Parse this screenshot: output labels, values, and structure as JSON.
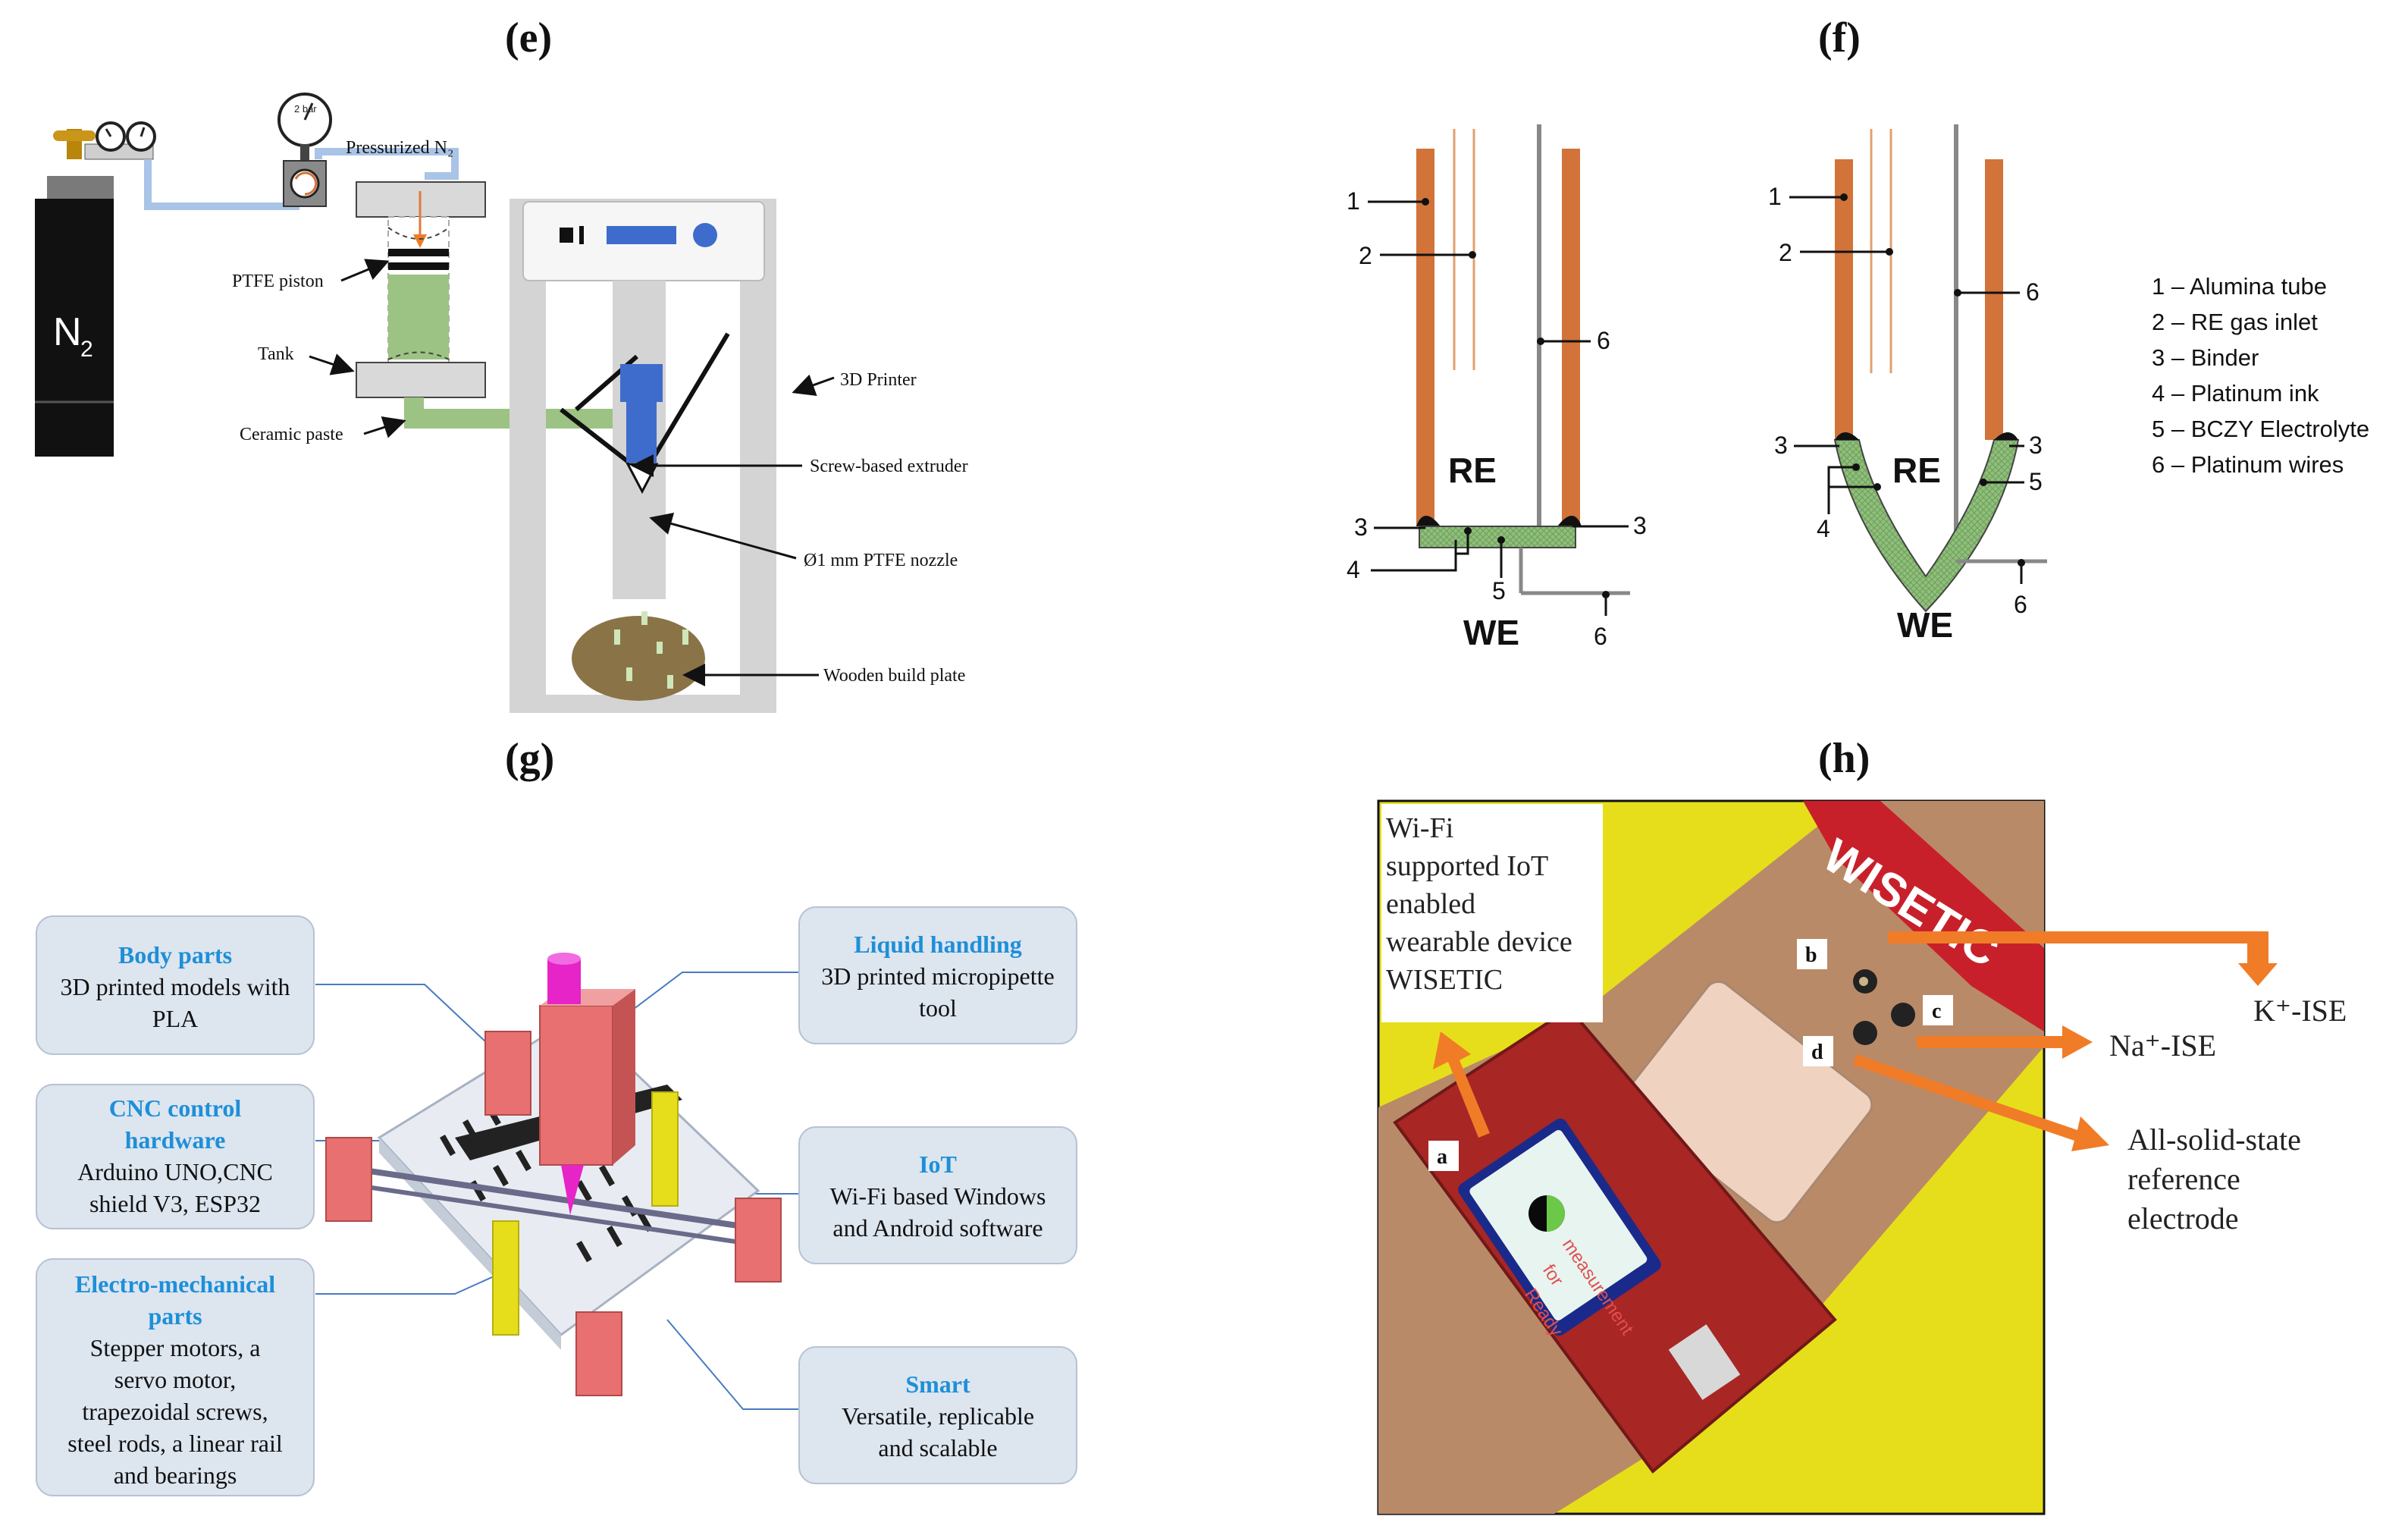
{
  "panels": {
    "e": {
      "title": "(e)",
      "cylinder_label": "N",
      "cylinder_sub": "2",
      "gauge_label": "2 bar",
      "labels": {
        "pressurized": "Pressurized N₂",
        "piston": "PTFE piston",
        "tank": "Tank",
        "paste": "Ceramic paste",
        "printer": "3D Printer",
        "extruder": "Screw-based extruder",
        "nozzle": "Ø1 mm PTFE nozzle",
        "plate": "Wooden build plate"
      }
    },
    "f": {
      "title": "(f)",
      "re": "RE",
      "we": "WE",
      "numbers": [
        "1",
        "2",
        "3",
        "4",
        "5",
        "6"
      ],
      "legend": [
        "1 – Alumina tube",
        "2 – RE gas inlet",
        "3 – Binder",
        "4 – Platinum ink",
        "5 – BCZY Electrolyte",
        "6 – Platinum wires"
      ]
    },
    "g": {
      "title": "(g)",
      "boxes": {
        "body": {
          "title": "Body parts",
          "lines": [
            "3D printed models with",
            "PLA"
          ]
        },
        "cnc": {
          "title_lines": [
            "CNC control",
            "hardware"
          ],
          "lines": [
            "Arduino UNO,CNC",
            "shield V3, ESP32"
          ]
        },
        "electro": {
          "title_lines": [
            "Electro-mechanical",
            "parts"
          ],
          "lines": [
            "Stepper motors, a",
            "servo motor,",
            "trapezoidal screws,",
            "steel rods, a linear rail",
            "and bearings"
          ]
        },
        "liquid": {
          "title": "Liquid handling",
          "lines": [
            "3D printed micropipette",
            "tool"
          ]
        },
        "iot": {
          "title": "IoT",
          "lines": [
            "Wi-Fi based Windows",
            "and Android software"
          ]
        },
        "smart": {
          "title": "Smart",
          "lines": [
            "Versatile, replicable",
            "and scalable"
          ]
        }
      }
    },
    "h": {
      "title": "(h)",
      "callout_lines": [
        "Wi-Fi",
        "supported IoT",
        "enabled",
        "wearable device",
        "WISETIC"
      ],
      "strap_text": "WISETIC",
      "markers": {
        "a": "a",
        "b": "b",
        "c": "c",
        "d": "d"
      },
      "k_ise": "K⁺-ISE",
      "na_ise": "Na⁺-ISE",
      "ref_lines": [
        "All-solid-state",
        "reference",
        "electrode"
      ],
      "screen_text": [
        "Ready",
        "for",
        "measurement"
      ]
    }
  },
  "colors": {
    "alumina": "#d2733a",
    "electrolyte": "#8fbf7a",
    "arrow_orange": "#f07c28",
    "box_fill": "#dde5ef",
    "box_title": "#1e8fd8",
    "printer_gray": "#d4d4d4",
    "pipe_blue": "#a9c4e6",
    "paste_green": "#9cc383",
    "device_red": "#a82624",
    "table_yellow": "#e6de1a"
  }
}
